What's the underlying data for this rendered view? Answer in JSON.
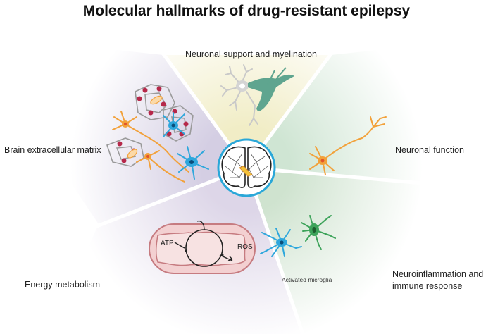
{
  "title": "Molecular hallmarks of drug-resistant epilepsy",
  "segments": {
    "support": "Neuronal support and myelination",
    "ecm": "Brain extracellular matrix",
    "neuronal": "Neuronal function",
    "energy": "Energy metabolism",
    "neuroinflammation": "Neuroinflammation and immune response"
  },
  "annotations": {
    "microglia": "Activated microglia",
    "atp": "ATP",
    "ros": "ROS"
  },
  "colors": {
    "support_wedge": "#f6f3d4",
    "ecm_wedge": "#d9d4e6",
    "neuronal_wedge": "#d5e8d8",
    "energy_wedge": "#e2dcea",
    "neuroinfl_wedge": "#d5e6d5",
    "center_ring": "#2aa7d8",
    "neuron_orange": "#f2a13a",
    "neuron_blue": "#2ea7dc",
    "microglia_green": "#3da35a",
    "oligodendrocyte_teal": "#5fa58f",
    "mitochondrion": "#f2cfd0"
  }
}
